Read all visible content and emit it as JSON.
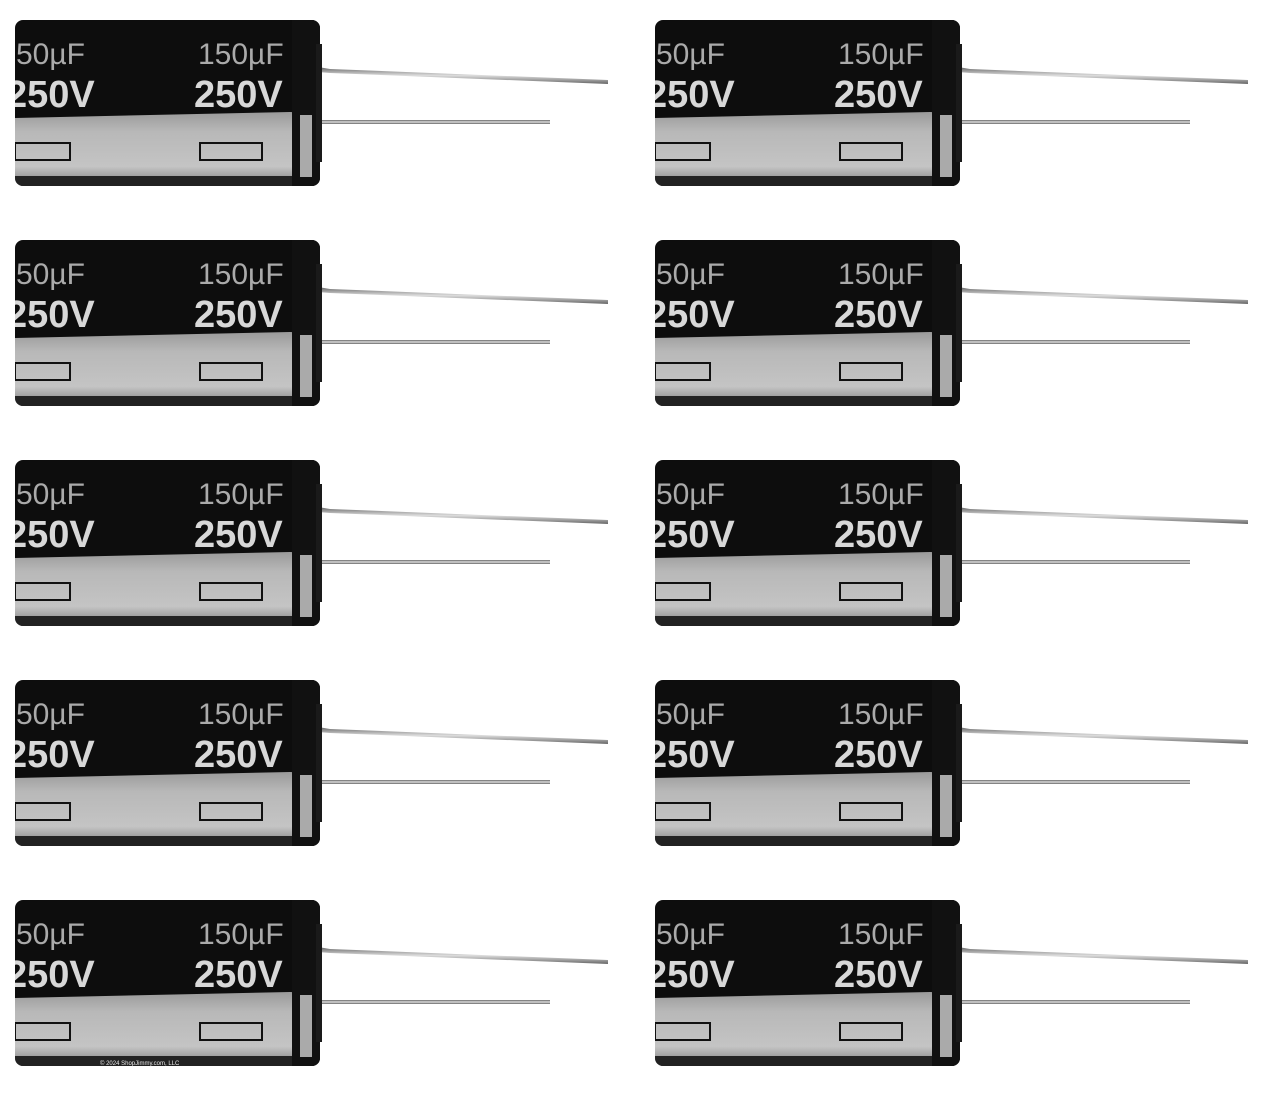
{
  "product": {
    "capacitance_label": "150µF",
    "capacitance_label_cut": "50µF",
    "voltage_label": "250V",
    "voltage_label_cut": "250V",
    "count": 10,
    "colors": {
      "sleeve": "#0d0d0d",
      "band": "#b8b8b8",
      "marking": "#d8d8d8",
      "lead": "#9a9a9a"
    }
  },
  "watermark": "© 2024 ShopJimmy.com, LLC"
}
